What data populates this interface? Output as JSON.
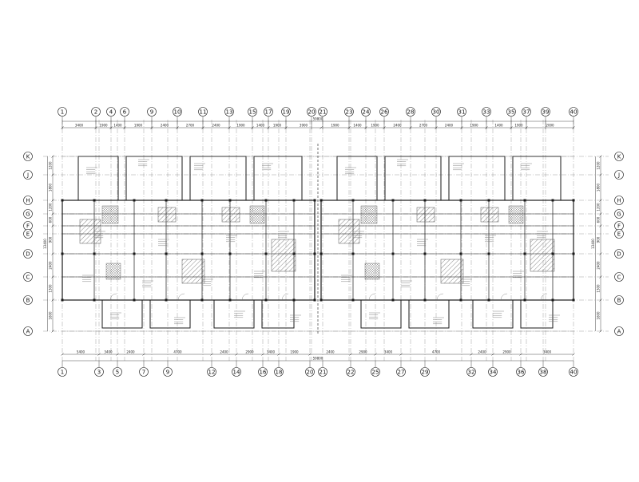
{
  "drawing": {
    "colors": {
      "line": "#1a1a1a",
      "light": "#777777",
      "hatch": "#555555",
      "background": "#ffffff"
    },
    "grid_top": [
      "1",
      "2",
      "4",
      "6",
      "9",
      "10",
      "11",
      "13",
      "15",
      "17",
      "19",
      "20",
      "21",
      "23",
      "24",
      "26",
      "28",
      "30",
      "31",
      "33",
      "35",
      "37",
      "39",
      "40"
    ],
    "grid_bottom": [
      "1",
      "3",
      "5",
      "7",
      "9",
      "12",
      "14",
      "16",
      "18",
      "20",
      "21",
      "22",
      "25",
      "27",
      "29",
      "32",
      "34",
      "36",
      "38",
      "40"
    ],
    "grid_rows": [
      "K",
      "J",
      "H",
      "G",
      "F",
      "E",
      "D",
      "C",
      "B",
      "A"
    ],
    "dims_top": [
      "3400",
      "1900",
      "1400",
      "1900",
      "2400",
      "2700",
      "2400",
      "1900",
      "1400",
      "1900",
      "3900",
      "1900",
      "1400",
      "1900",
      "2400",
      "2700",
      "2400",
      "1900",
      "1400",
      "1900",
      "2000"
    ],
    "dims_bottom": [
      "5400",
      "3400",
      "2400",
      "4700",
      "2400",
      "2900",
      "3400",
      "1900",
      "2400",
      "2900",
      "3400",
      "4700",
      "2400",
      "2900",
      "3400"
    ],
    "dims_left": [
      "1200",
      "1800",
      "1200",
      "600",
      "900",
      "2400",
      "1300",
      "1600"
    ],
    "total_top": "59800",
    "total_bottom": "59800",
    "total_side": "13400"
  }
}
